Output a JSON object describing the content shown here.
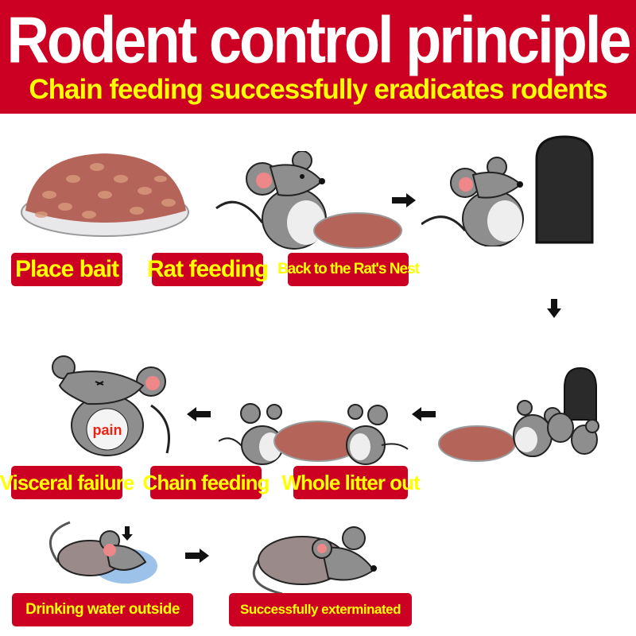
{
  "header": {
    "title": "Rodent control principle",
    "subtitle": "Chain feeding successfully eradicates rodents"
  },
  "steps": [
    {
      "label": "Place bait",
      "illustration": "bait-bowl"
    },
    {
      "label": "Rat feeding",
      "illustration": "rat-eating-bait"
    },
    {
      "label": "Back to the Rat's Nest",
      "illustration": "rat-by-nest-door"
    },
    {
      "label": "Whole litter out",
      "illustration": "rats-leaving-nest"
    },
    {
      "label": "Chain feeding",
      "illustration": "two-rats-sharing-bait"
    },
    {
      "label": "Visceral failure",
      "illustration": "rat-in-pain",
      "belly_text": "pain"
    },
    {
      "label": "Drinking water outside",
      "illustration": "rat-drinking-water"
    },
    {
      "label": "Successfully exterminated",
      "illustration": "rat-lying-dead"
    }
  ],
  "colors": {
    "brand_red": "#cc0022",
    "label_text": "#ffff00",
    "title_text": "#ffffff",
    "pain_text": "#ee2211"
  }
}
